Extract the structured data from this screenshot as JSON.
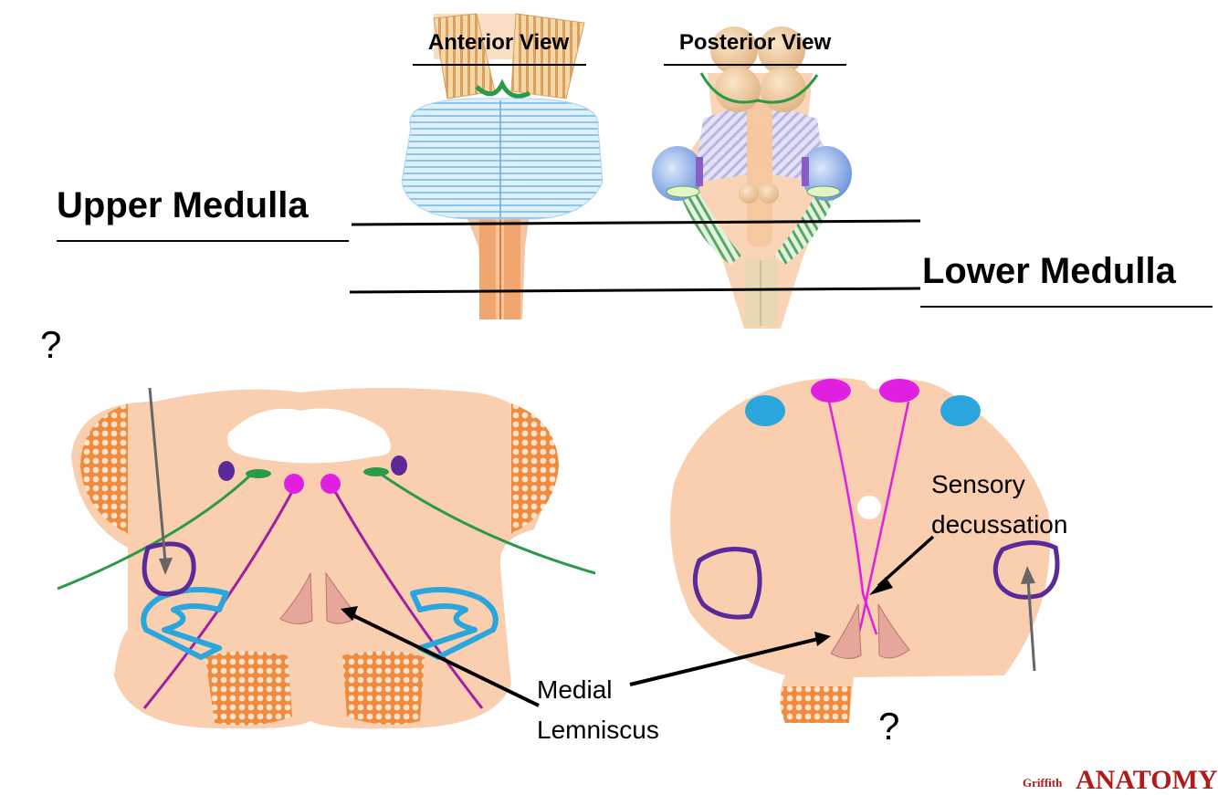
{
  "views": {
    "anterior": "Anterior View",
    "posterior": "Posterior View"
  },
  "levels": {
    "upper": "Upper Medulla",
    "lower": "Lower Medulla"
  },
  "questions": {
    "left": "?",
    "right": "?"
  },
  "labels": {
    "medial_line1": "Medial",
    "medial_line2": "Lemniscus",
    "sensory_line1": "Sensory",
    "sensory_line2": "decussation"
  },
  "logo": {
    "small": "Griffith",
    "main": "ANATOMY"
  },
  "colors": {
    "tissue": "#f9cfb0",
    "pyramid": "#f08a3c",
    "magenta": "#e020e0",
    "green": "#2a9a48",
    "blue": "#2aa6dc",
    "purple": "#5a2a9a",
    "lemniscus": "#e6a69a"
  }
}
